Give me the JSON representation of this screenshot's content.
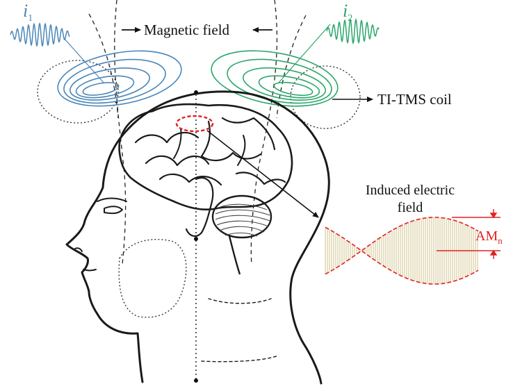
{
  "labels": {
    "current_1": {
      "letter": "i",
      "sub": "1"
    },
    "current_2": {
      "letter": "i",
      "sub": "2"
    },
    "magnetic_field": "Magnetic field",
    "coil": "TI-TMS coil",
    "induced_line1": "Induced electric",
    "induced_line2": "field",
    "am": {
      "main": "AM",
      "sub": "n"
    }
  },
  "colors": {
    "current_1": "#4a86b8",
    "current_2": "#2aa66a",
    "envelope": "#e02020",
    "am_label": "#e02020",
    "carrier": "#cfc28a",
    "outline": "#1a1a1a"
  },
  "icons": {
    "head": "human-head-profile-illustration",
    "brain": "brain-illustration",
    "arrow": "arrow-icon"
  }
}
